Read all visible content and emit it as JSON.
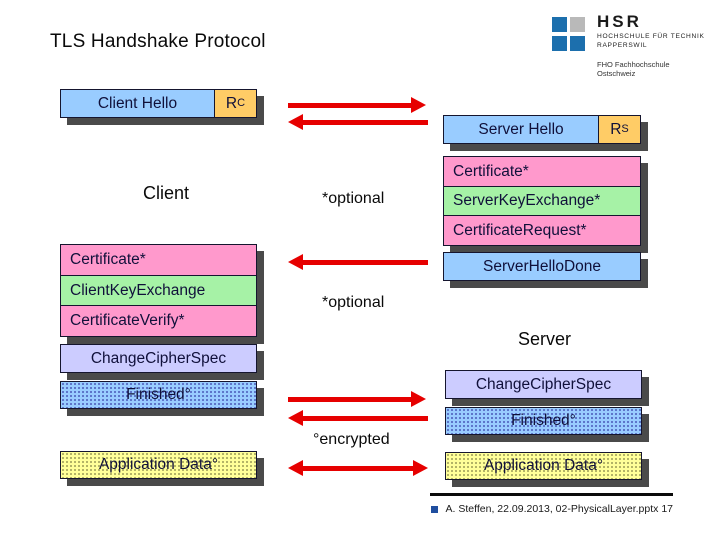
{
  "title": "TLS Handshake Protocol",
  "logo": {
    "acronym": "HSR",
    "line1": "HOCHSCHULE FÜR TECHNIK",
    "line2": "RAPPERSWIL",
    "subtext": "FHO Fachhochschule Ostschweiz"
  },
  "actors": {
    "client": "Client",
    "server": "Server"
  },
  "annotations": {
    "optional_top": "*optional",
    "optional_bottom": "*optional",
    "encrypted": "°encrypted"
  },
  "client_messages": {
    "hello": {
      "label": "Client Hello",
      "nonce_base": "R",
      "nonce_sub": "C"
    },
    "group": [
      {
        "label": "Certificate*",
        "color": "pink"
      },
      {
        "label": "ClientKeyExchange",
        "color": "green"
      },
      {
        "label": "CertificateVerify*",
        "color": "pink"
      }
    ],
    "change_cipher_spec": "ChangeCipherSpec",
    "finished": "Finished°",
    "application_data": "Application Data°"
  },
  "server_messages": {
    "hello": {
      "label": "Server Hello",
      "nonce_base": "R",
      "nonce_sub": "S"
    },
    "group": [
      {
        "label": "Certificate*",
        "color": "pink"
      },
      {
        "label": "ServerKeyExchange*",
        "color": "green"
      },
      {
        "label": "CertificateRequest*",
        "color": "pink"
      }
    ],
    "hello_done": "ServerHelloDone",
    "change_cipher_spec": "ChangeCipherSpec",
    "finished": "Finished°",
    "application_data": "Application Data°"
  },
  "footer": {
    "citation": "A. Steffen, 22.09.2013, 02-PhysicalLayer.pptx 17"
  },
  "colors": {
    "box_blue": "#99CCFF",
    "box_pink": "#FF99CC",
    "box_green": "#A6F2A6",
    "box_lavender": "#CCCCFF",
    "box_yellow": "#FFFF99",
    "box_orange": "#FFCC66",
    "arrow_red": "#E60000",
    "shadow_gray": "#4A4A4A",
    "logo_blue": "#1C6FAD",
    "footer_bullet_blue": "#1F4E9F"
  }
}
